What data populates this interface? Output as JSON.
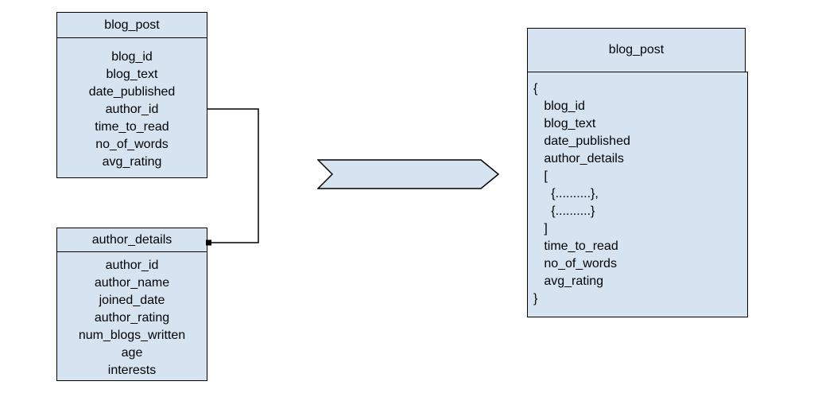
{
  "diagram": {
    "type": "schema-transformation-diagram",
    "colors": {
      "shape_fill": "#d6e4f2",
      "shape_border": "#000000",
      "text": "#000000",
      "background": "#ffffff"
    },
    "tables": [
      {
        "title": "blog_post",
        "fields": [
          "blog_id",
          "blog_text",
          "date_published",
          "author_id",
          "time_to_read",
          "no_of_words",
          "avg_rating"
        ]
      },
      {
        "title": "author_details",
        "fields": [
          "author_id",
          "author_name",
          "joined_date",
          "author_rating",
          "num_blogs_written",
          "age",
          "interests"
        ]
      }
    ],
    "document": {
      "title": "blog_post",
      "lines": [
        "{",
        "   blog_id",
        "   blog_text",
        "   date_published",
        "   author_details",
        "   [",
        "     {..........},",
        "     {..........}",
        "   ]",
        "   time_to_read",
        "   no_of_words",
        "   avg_rating",
        "}"
      ]
    },
    "connector": {
      "from": "blog_post.author_id",
      "to": "author_details",
      "end_marker": "filled-square-dot"
    },
    "arrow": {
      "meaning": "transformation",
      "direction": "right"
    }
  }
}
